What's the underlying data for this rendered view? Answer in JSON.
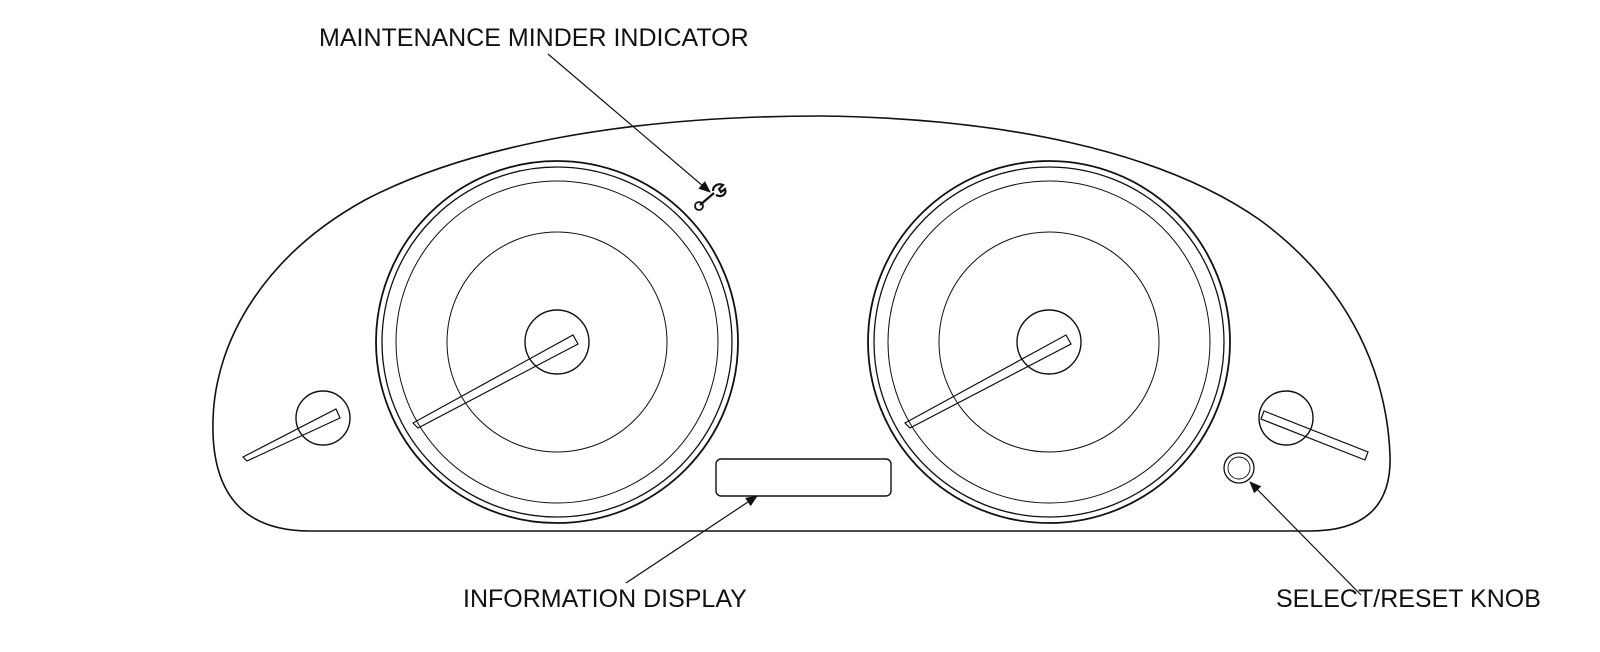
{
  "diagram": {
    "callouts": {
      "maintenance_minder_indicator": "MAINTENANCE MINDER INDICATOR",
      "information_display": "INFORMATION DISPLAY",
      "select_reset_knob": "SELECT/RESET KNOB"
    },
    "icons": {
      "maintenance_minder": "wrench-icon"
    },
    "colors": {
      "line": "#111111",
      "background": "#ffffff"
    }
  }
}
